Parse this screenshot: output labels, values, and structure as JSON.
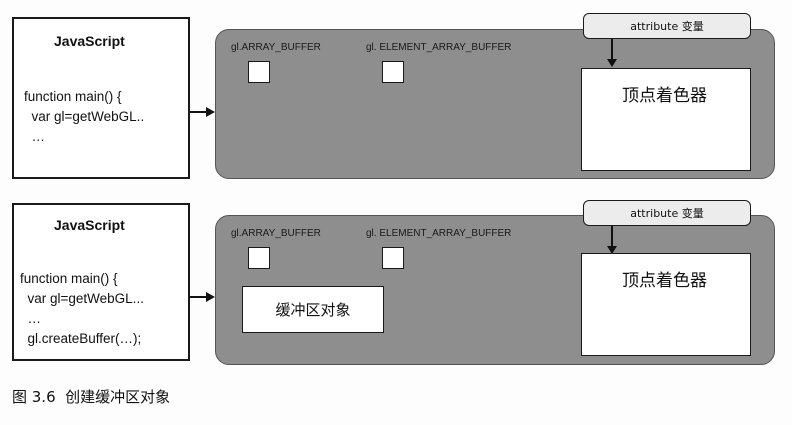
{
  "top": {
    "js_title": "JavaScript",
    "code": [
      "function main() {",
      "  var gl=getWebGL..",
      "  …"
    ],
    "array_buffer_label": "gl.ARRAY_BUFFER",
    "element_buffer_label": "gl. ELEMENT_ARRAY_BUFFER",
    "attribute_label": "attribute 变量",
    "shader_label": "顶点着色器"
  },
  "bottom": {
    "js_title": "JavaScript",
    "code": [
      "function main() {",
      "  var gl=getWebGL...",
      "  …",
      "  gl.createBuffer(…);"
    ],
    "array_buffer_label": "gl.ARRAY_BUFFER",
    "element_buffer_label": "gl. ELEMENT_ARRAY_BUFFER",
    "attribute_label": "attribute 变量",
    "shader_label": "顶点着色器",
    "buffer_object_label": "缓冲区对象"
  },
  "caption": "图 3.6  创建缓冲区对象"
}
